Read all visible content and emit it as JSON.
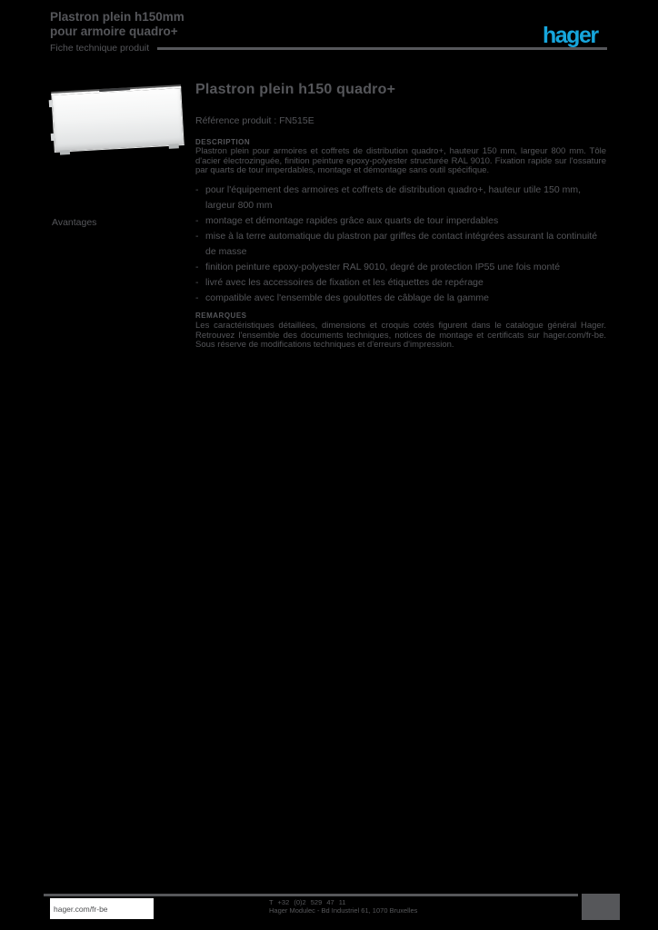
{
  "colors": {
    "background": "#000000",
    "text_gray": "#56575a",
    "logo_blue": "#16a6dd",
    "plate_white": "#f3f4f4"
  },
  "header": {
    "title_line1": "Plastron plein h150mm",
    "title_line2": "pour armoire quadro+",
    "subtitle": "Fiche technique produit",
    "logo_text": "hager"
  },
  "main": {
    "title": "Plastron plein h150 quadro+",
    "subtitle": "Référence produit : FN515E",
    "description": {
      "label": "Description",
      "text": "Plastron plein pour armoires et coffrets de distribution quadro+, hauteur 150 mm, largeur 800 mm. Tôle d'acier électrozinguée, finition peinture epoxy-polyester structurée RAL 9010. Fixation rapide sur l'ossature par quarts de tour imperdables, montage et démontage sans outil spécifique."
    },
    "advantages": {
      "margin_label": "Avantages",
      "bullet": "-",
      "items": [
        "pour l'équipement des armoires et coffrets de distribution quadro+, hauteur utile 150 mm, largeur 800 mm",
        "montage et démontage rapides grâce aux quarts de tour imperdables",
        "mise à la terre automatique du plastron par griffes de contact intégrées assurant la continuité de masse",
        "finition peinture epoxy-polyester RAL 9010, degré de protection IP55 une fois monté",
        "livré avec les accessoires de fixation et les étiquettes de repérage",
        "compatible avec l'ensemble des goulottes de câblage de la gamme"
      ]
    },
    "remarks": {
      "label": "Remarques",
      "text": "Les caractéristiques détaillées, dimensions et croquis cotés figurent dans le catalogue général Hager. Retrouvez l'ensemble des documents techniques, notices de montage et certificats sur hager.com/fr-be. Sous réserve de modifications techniques et d'erreurs d'impression."
    }
  },
  "footer": {
    "website": "hager.com/fr-be",
    "address_line1": "T +32 (0)2 529 47 11",
    "address_line2": "Hager Modulec - Bd Industriel 61, 1070 Bruxelles"
  }
}
